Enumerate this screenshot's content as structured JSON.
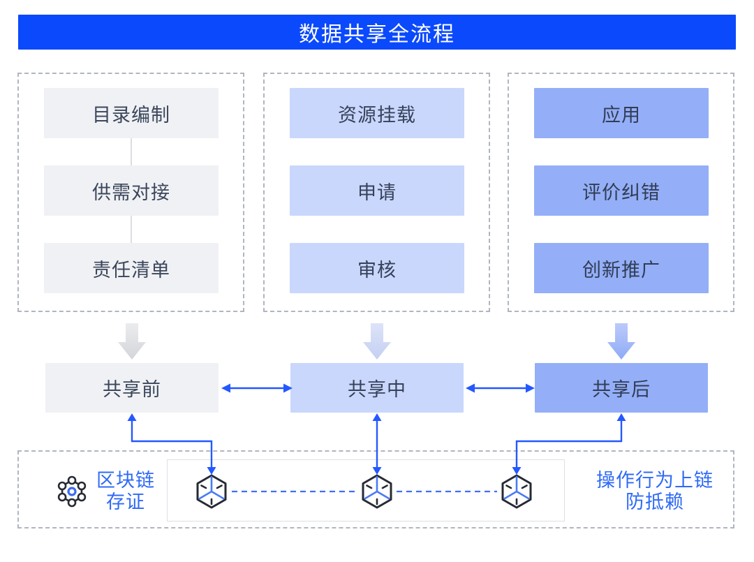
{
  "header": {
    "title": "数据共享全流程"
  },
  "columns": [
    {
      "items": [
        "目录编制",
        "供需对接",
        "责任清单"
      ]
    },
    {
      "items": [
        "资源挂载",
        "申请",
        "审核"
      ]
    },
    {
      "items": [
        "应用",
        "评价纠错",
        "创新推广"
      ]
    }
  ],
  "phases": [
    {
      "label": "共享前"
    },
    {
      "label": "共享中"
    },
    {
      "label": "共享后"
    }
  ],
  "blockchain": {
    "cert_label_line1": "区块链",
    "cert_label_line2": "存证",
    "note_line1": "操作行为上链",
    "note_line2": "防抵赖"
  },
  "icons": {
    "cert_icon": "molecule-network-icon",
    "node_icon": "blockchain-cube-icon"
  },
  "colors": {
    "header_blue": "#0b49fc",
    "connector_blue": "#2458ff",
    "label_blue": "#2f6af6",
    "stage_pre_bg": "#f0f1f4",
    "stage_mid_bg": "#c9d7fc",
    "stage_post_bg": "#94aff7",
    "dark_text": "#3b465c",
    "icon_dark": "#262a33",
    "icon_blue": "#4a7bf6"
  }
}
